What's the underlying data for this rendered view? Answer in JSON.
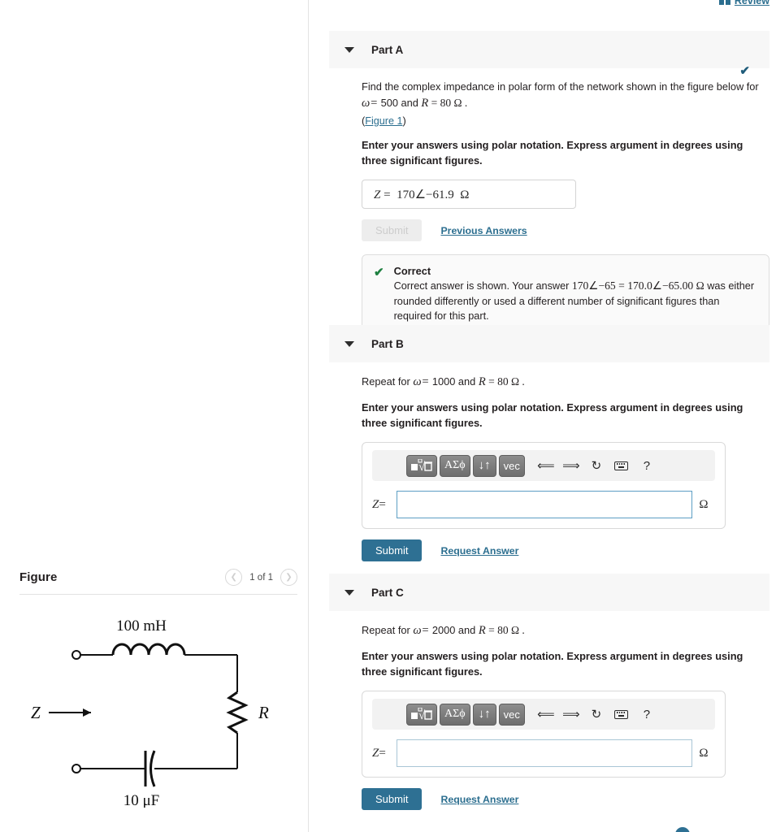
{
  "header": {
    "review_label": "Review",
    "review_icon": "bars-icon"
  },
  "figure_panel": {
    "title": "Figure",
    "counter": "1 of 1",
    "prev_icon": "chevron-left-icon",
    "next_icon": "chevron-right-icon",
    "circuit": {
      "inductor_label": "100 mH",
      "resistor_label": "R",
      "capacitor_label": "10 μF",
      "impedance_label": "Z"
    }
  },
  "parts": [
    {
      "id": "A",
      "label": "Part A",
      "caret_icon": "caret-down-icon",
      "status_icon": "check-icon",
      "status_color": "#1f5c7a",
      "prompt_prefix": "Find the complex impedance in polar form of the network shown in the figure below for ",
      "omega": "ω=",
      "prompt_mid": " 500 and ",
      "resistor_var": "R",
      "resistor_eq": " = 80 Ω .",
      "figure_link": "Figure 1",
      "instruction": "Enter your answers using polar notation. Express argument in degrees using three significant figures.",
      "answer_var": "Z",
      "answer_eq": "=",
      "answer_value": "170∠−61.9",
      "answer_unit": "Ω",
      "submit_label": "Submit",
      "submit_disabled": true,
      "secondary_link": "Previous Answers",
      "feedback": {
        "icon": "check-icon",
        "title": "Correct",
        "text_before": "Correct answer is shown. Your answer ",
        "math": "170∠−65 = 170.0∠−65.00 Ω",
        "text_after": " was either rounded differently or used a different number of significant figures than required for this part."
      }
    },
    {
      "id": "B",
      "label": "Part B",
      "caret_icon": "caret-down-icon",
      "prompt_prefix": "Repeat for ",
      "omega": "ω=",
      "prompt_mid": " 1000 and ",
      "resistor_var": "R",
      "resistor_eq": " = 80 Ω .",
      "instruction": "Enter your answers using polar notation. Express argument in degrees using three significant figures.",
      "answer_var": "Z",
      "answer_eq": "=",
      "answer_value": "",
      "answer_unit": "Ω",
      "focused": true,
      "submit_label": "Submit",
      "submit_disabled": false,
      "secondary_link": "Request Answer"
    },
    {
      "id": "C",
      "label": "Part C",
      "caret_icon": "caret-down-icon",
      "prompt_prefix": "Repeat for ",
      "omega": "ω=",
      "prompt_mid": " 2000 and ",
      "resistor_var": "R",
      "resistor_eq": " = 80 Ω .",
      "instruction": "Enter your answers using polar notation. Express argument in degrees using three significant figures.",
      "answer_var": "Z",
      "answer_eq": "=",
      "answer_value": "",
      "answer_unit": "Ω",
      "focused": false,
      "submit_label": "Submit",
      "submit_disabled": false,
      "secondary_link": "Request Answer"
    }
  ],
  "math_toolbar": {
    "keys": [
      {
        "name": "template-radical-key",
        "label": "■√□"
      },
      {
        "name": "greek-symbols-key",
        "label": "ΑΣϕ"
      },
      {
        "name": "arrows-key",
        "label": "↓↑"
      },
      {
        "name": "vector-key",
        "label": "vec"
      }
    ],
    "icons": [
      {
        "name": "undo-icon",
        "glyph": "↩"
      },
      {
        "name": "redo-icon",
        "glyph": "↪"
      },
      {
        "name": "reset-icon",
        "glyph": "↺"
      },
      {
        "name": "keyboard-icon",
        "glyph": ""
      },
      {
        "name": "help-icon",
        "glyph": "?"
      }
    ]
  },
  "colors": {
    "accent": "#2e7093",
    "link": "#2b6e8f",
    "correct_green": "#1e8040",
    "panel_gray": "#f7f7f7"
  }
}
